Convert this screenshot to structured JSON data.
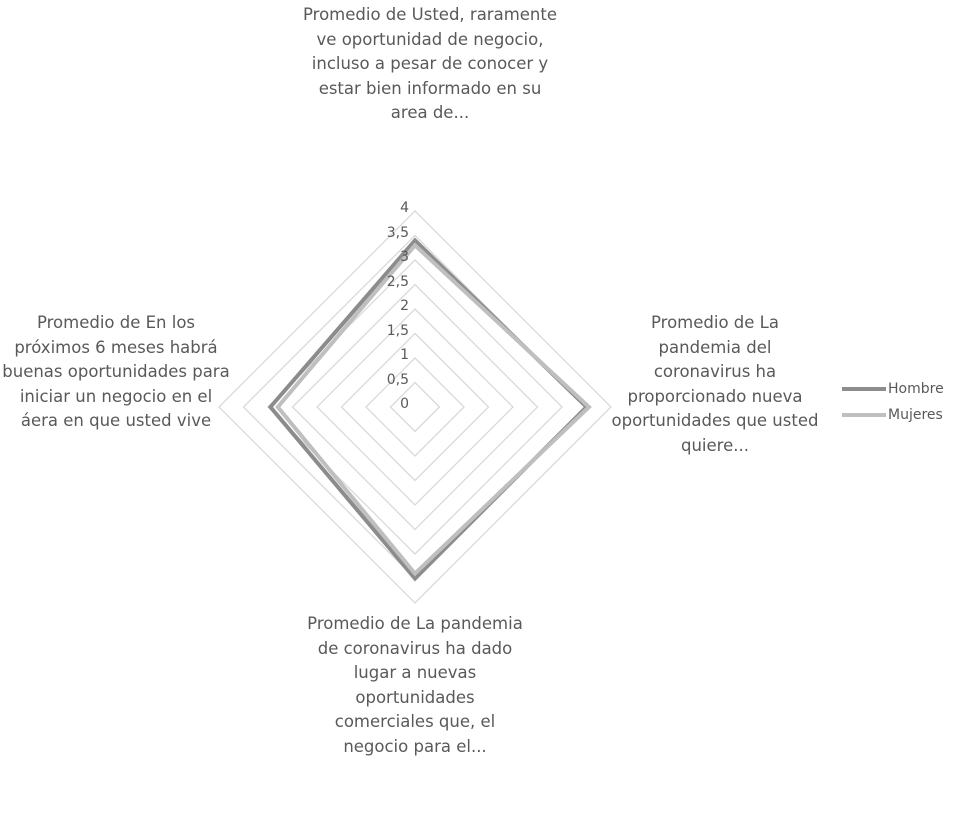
{
  "chart_data": {
    "type": "radar",
    "title": "",
    "categories": [
      "Promedio de Usted, raramente ve oportunidad de negocio, incluso a pesar de conocer y estar bien informado en su area de...",
      "Promedio de La pandemia del coronavirus ha proporcionado nueva oportunidades que usted quiere...",
      "Promedio de La pandemia de coronavirus ha dado lugar a nuevas oportunidades comerciales que, el negocio para el...",
      "Promedio de En los próximos 6 meses habrá buenas oportunidades para iniciar un negocio en el áera en que usted vive"
    ],
    "series": [
      {
        "name": "Hombre",
        "color": "#8c8c8c",
        "values": [
          3.4,
          3.5,
          3.5,
          2.95
        ]
      },
      {
        "name": "Mujeres",
        "color": "#bfbfbf",
        "values": [
          3.3,
          3.55,
          3.4,
          2.8
        ]
      }
    ],
    "radial_axis": {
      "min": 0,
      "max": 4,
      "step": 0.5,
      "tick_labels": [
        "0",
        "0,5",
        "1",
        "1,5",
        "2",
        "2,5",
        "3",
        "3,5",
        "4"
      ]
    },
    "grid": true,
    "legend_position": "right"
  },
  "labels": {
    "top": "Promedio de Usted, raramente ve oportunidad de negocio, incluso a pesar de conocer y estar bien informado en su area de...",
    "right": "Promedio de La pandemia del coronavirus ha proporcionado nueva oportunidades que usted quiere...",
    "bottom": "Promedio de La pandemia de coronavirus ha dado lugar a nuevas oportunidades comerciales que, el negocio para el...",
    "left": "Promedio de En los próximos 6 meses habrá buenas oportunidades para iniciar un negocio en el áera en que usted vive"
  },
  "legend": {
    "items": [
      {
        "label": "Hombre",
        "color": "#8c8c8c"
      },
      {
        "label": "Mujeres",
        "color": "#bfbfbf"
      }
    ]
  },
  "colors": {
    "grid": "#d9d9d9",
    "text": "#595959"
  }
}
